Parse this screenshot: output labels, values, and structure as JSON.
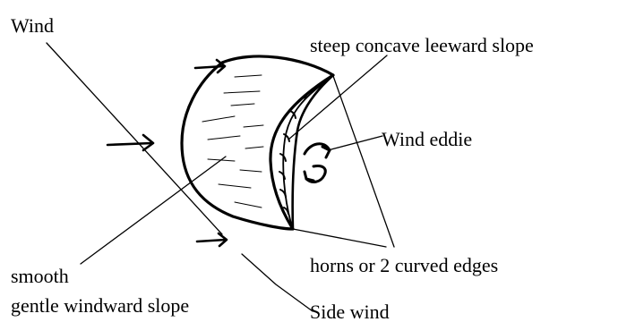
{
  "labels": {
    "wind": "Wind",
    "leeward": "steep concave leeward slope",
    "eddie": "Wind eddie",
    "horns": "horns or 2 curved edges",
    "smooth": "smooth",
    "windward": "gentle windward slope",
    "side_wind": "Side wind"
  },
  "colors": {
    "ink": "#000000",
    "background": "#ffffff"
  },
  "icons": [
    "arrow-right-icon",
    "eddy-swirl-icon"
  ]
}
